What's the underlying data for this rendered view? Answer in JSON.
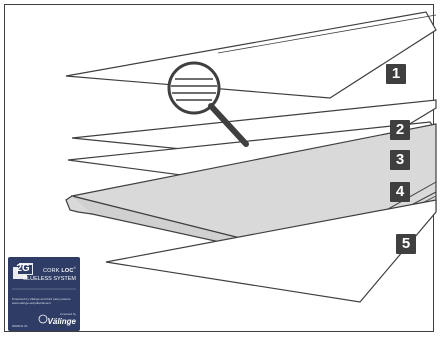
{
  "layer_numbers": {
    "n1": "1",
    "n2": "2",
    "n3": "3",
    "n4": "4",
    "n5": "5"
  },
  "badge": {
    "generation": "2G",
    "brand_prefix": "CORK ",
    "brand_strong": "LOC",
    "brand_mark": "®",
    "system": "GLUELESS SYSTEM",
    "protection_text": "Protected by Välinge and third party patents. www.valinge.se/ipdisclaimers",
    "licensed_by": "Licensed by",
    "licensor": "Välinge",
    "code": "0000011 01"
  },
  "colors": {
    "line": "#3f3f3f",
    "label_bg": "#3f3f3f",
    "core_fill": "#d9d9d9",
    "badge_bg": "#2f3d66"
  },
  "icons": {
    "magnifier": "magnifier-icon",
    "badge_logo": "cork-loc-2g-logo",
    "licensor_logo": "valinge-logo"
  }
}
